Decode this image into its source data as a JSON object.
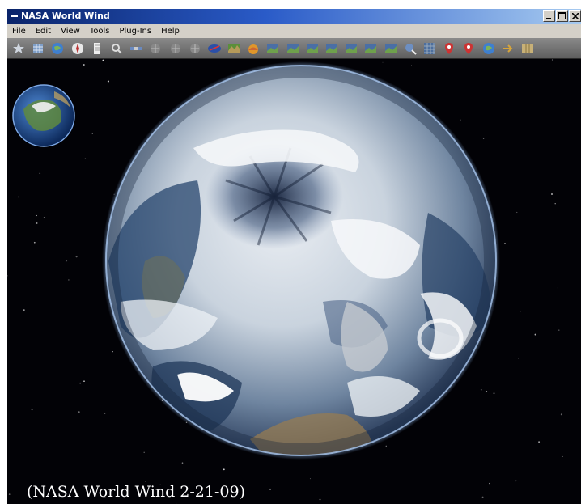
{
  "window": {
    "title": "NASA World Wind"
  },
  "menu": [
    "File",
    "Edit",
    "View",
    "Tools",
    "Plug-Ins",
    "Help"
  ],
  "toolbar_icons": [
    "star-icon",
    "layer-grid-icon",
    "globe-icon",
    "compass-icon",
    "document-icon",
    "search-icon",
    "satellite-icon",
    "globe-small-icon",
    "globe-small-icon",
    "globe-small-icon",
    "nasa-logo-icon",
    "terrain-icon",
    "weather-icon",
    "image-layer-icon",
    "image-layer-icon",
    "image-layer-icon",
    "image-layer-icon",
    "image-layer-icon",
    "image-layer-icon",
    "image-layer-icon",
    "zoom-icon",
    "grid-icon",
    "placemark-icon",
    "placemark-icon",
    "globe-icon",
    "arrow-icon",
    "map-icon"
  ],
  "caption": "(NASA World Wind 2-21-09)",
  "colors": {
    "title_bar": "#0a246a",
    "menu_bg": "#d4d0c8",
    "space": "#020206"
  }
}
